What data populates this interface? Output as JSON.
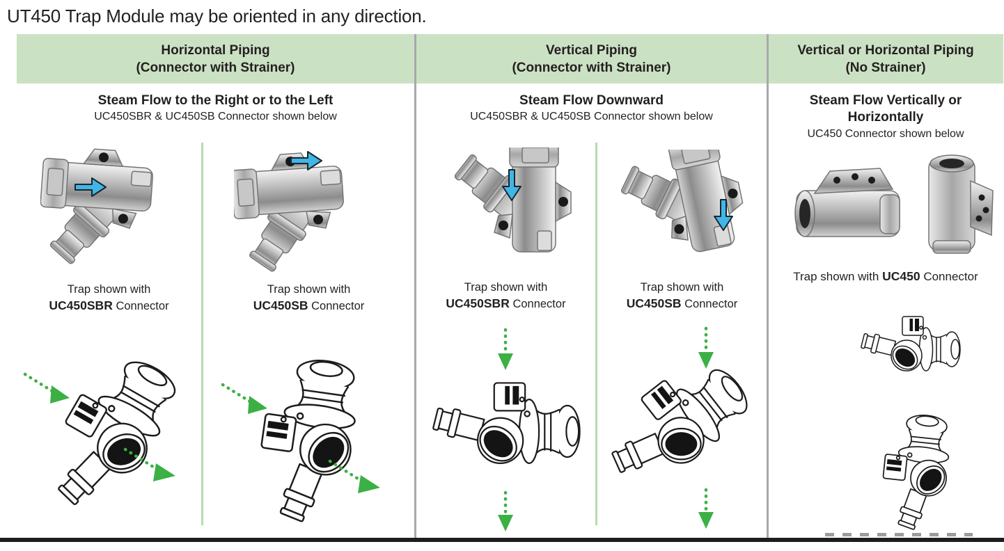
{
  "title": "UT450 Trap Module may be oriented in any direction.",
  "colors": {
    "header_bg": "#cbe1c3",
    "column_divider_gray": "#a8a8ad",
    "sub_divider_green": "#b5dcab",
    "flow_arrow_green": "#3cb044",
    "flow_arrow_blue": "#41b6e6",
    "text": "#231f20",
    "bottom_rule": "#1d1d1b"
  },
  "icons": {
    "flow-arrow-blue-right": "→",
    "flow-arrow-blue-down": "↓",
    "flow-arrow-green-dotted": "⇢"
  },
  "columns": [
    {
      "id": "horizontal-piping",
      "header": {
        "line1": "Horizontal Piping",
        "line2": "(Connector with Strainer)"
      },
      "subtitle": "Steam Flow to the Right or to the Left",
      "note": "UC450SBR & UC450SB Connector shown below",
      "flow_direction": "right",
      "cells": [
        {
          "caption_line1": "Trap shown with",
          "model": "UC450SBR",
          "suffix": "Connector"
        },
        {
          "caption_line1": "Trap shown with",
          "model": "UC450SB",
          "suffix": "Connector"
        }
      ]
    },
    {
      "id": "vertical-piping",
      "header": {
        "line1": "Vertical Piping",
        "line2": "(Connector with Strainer)"
      },
      "subtitle": "Steam Flow Downward",
      "note": "UC450SBR & UC450SB Connector shown below",
      "flow_direction": "down",
      "cells": [
        {
          "caption_line1": "Trap shown with",
          "model": "UC450SBR",
          "suffix": "Connector"
        },
        {
          "caption_line1": "Trap shown with",
          "model": "UC450SB",
          "suffix": "Connector"
        }
      ]
    },
    {
      "id": "vertical-or-horizontal-piping",
      "header": {
        "line1": "Vertical or Horizontal Piping",
        "line2": "(No Strainer)"
      },
      "subtitle": "Steam Flow Vertically or Horizontally",
      "note": "UC450 Connector shown below",
      "flow_direction": "vertical-or-horizontal",
      "caption": {
        "prefix": "Trap shown with",
        "model": "UC450",
        "suffix": "Connector"
      }
    }
  ]
}
